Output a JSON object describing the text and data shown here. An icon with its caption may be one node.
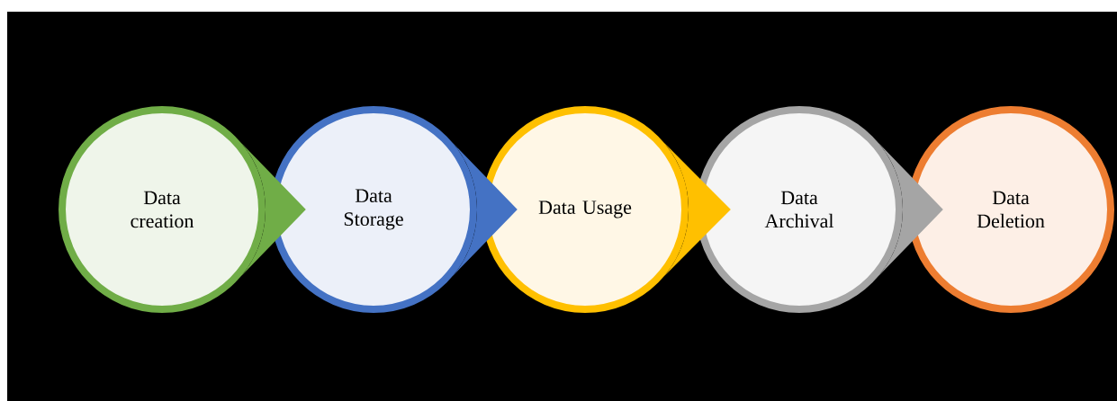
{
  "diagram": {
    "nodes": [
      {
        "text": [
          "Data creation"
        ]
      },
      {
        "text": [
          "Data Storage"
        ]
      },
      {
        "text": [
          "Data Usage"
        ]
      },
      {
        "text": [
          "Data Archival"
        ]
      },
      {
        "text": [
          "Data Deletion"
        ]
      }
    ],
    "edges": [
      {
        "from": 0,
        "to": 1,
        "arrow": "to",
        "color": "#70ad47"
      },
      {
        "from": 1,
        "to": 2,
        "arrow": "to",
        "color": "#4472c4"
      },
      {
        "from": 2,
        "to": 3,
        "arrow": "to",
        "color": "#ffc000"
      },
      {
        "from": 3,
        "to": 4,
        "arrow": "to",
        "color": "#a5a5a5"
      }
    ]
  }
}
